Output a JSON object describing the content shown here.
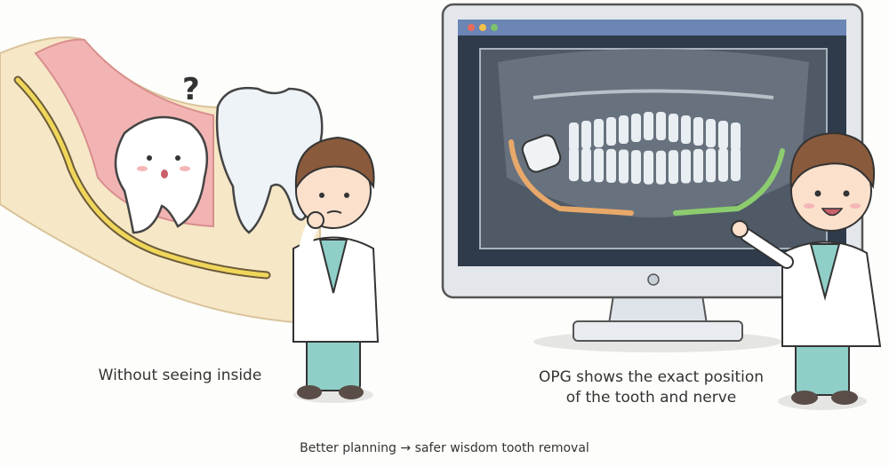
{
  "captions": {
    "left": "Without seeing inside",
    "right_line1": "OPG shows the exact position",
    "right_line2": "of the tooth and nerve",
    "bottom": "Better planning → safer wisdom tooth removal"
  },
  "question_mark": "?",
  "colors": {
    "jaw": "#f6e7c6",
    "gum": "#f2b3b3",
    "nerve": "#f0d65a",
    "scrubs": "#8fcfc8",
    "xray_bg": "#4f5a66",
    "monitor_frame": "#e3e7ec",
    "title_bar": "#6b85b5"
  }
}
